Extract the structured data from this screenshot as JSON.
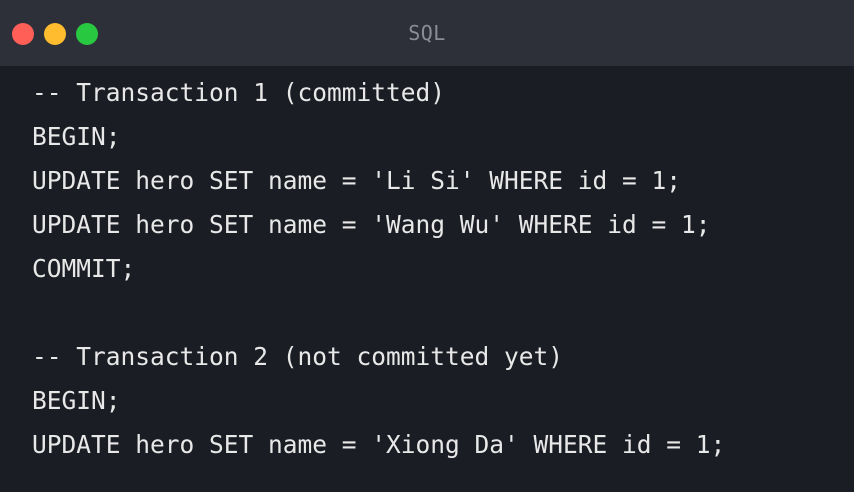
{
  "window": {
    "title": "SQL",
    "buttons": {
      "close": "close-dot",
      "minimize": "minimize-dot",
      "maximize": "maximize-dot"
    },
    "colors": {
      "titlebar": "#2e3039",
      "editor": "#1b1d24",
      "close": "#ff5f57",
      "minimize": "#febc2e",
      "maximize": "#28c840",
      "text": "#e8e8e8"
    }
  },
  "code": {
    "lines": [
      "-- Transaction 1 (committed)",
      "BEGIN;",
      "UPDATE hero SET name = 'Li Si' WHERE id = 1;",
      "UPDATE hero SET name = 'Wang Wu' WHERE id = 1;",
      "COMMIT;",
      "",
      "-- Transaction 2 (not committed yet)",
      "BEGIN;",
      "UPDATE hero SET name = 'Xiong Da' WHERE id = 1;"
    ]
  }
}
